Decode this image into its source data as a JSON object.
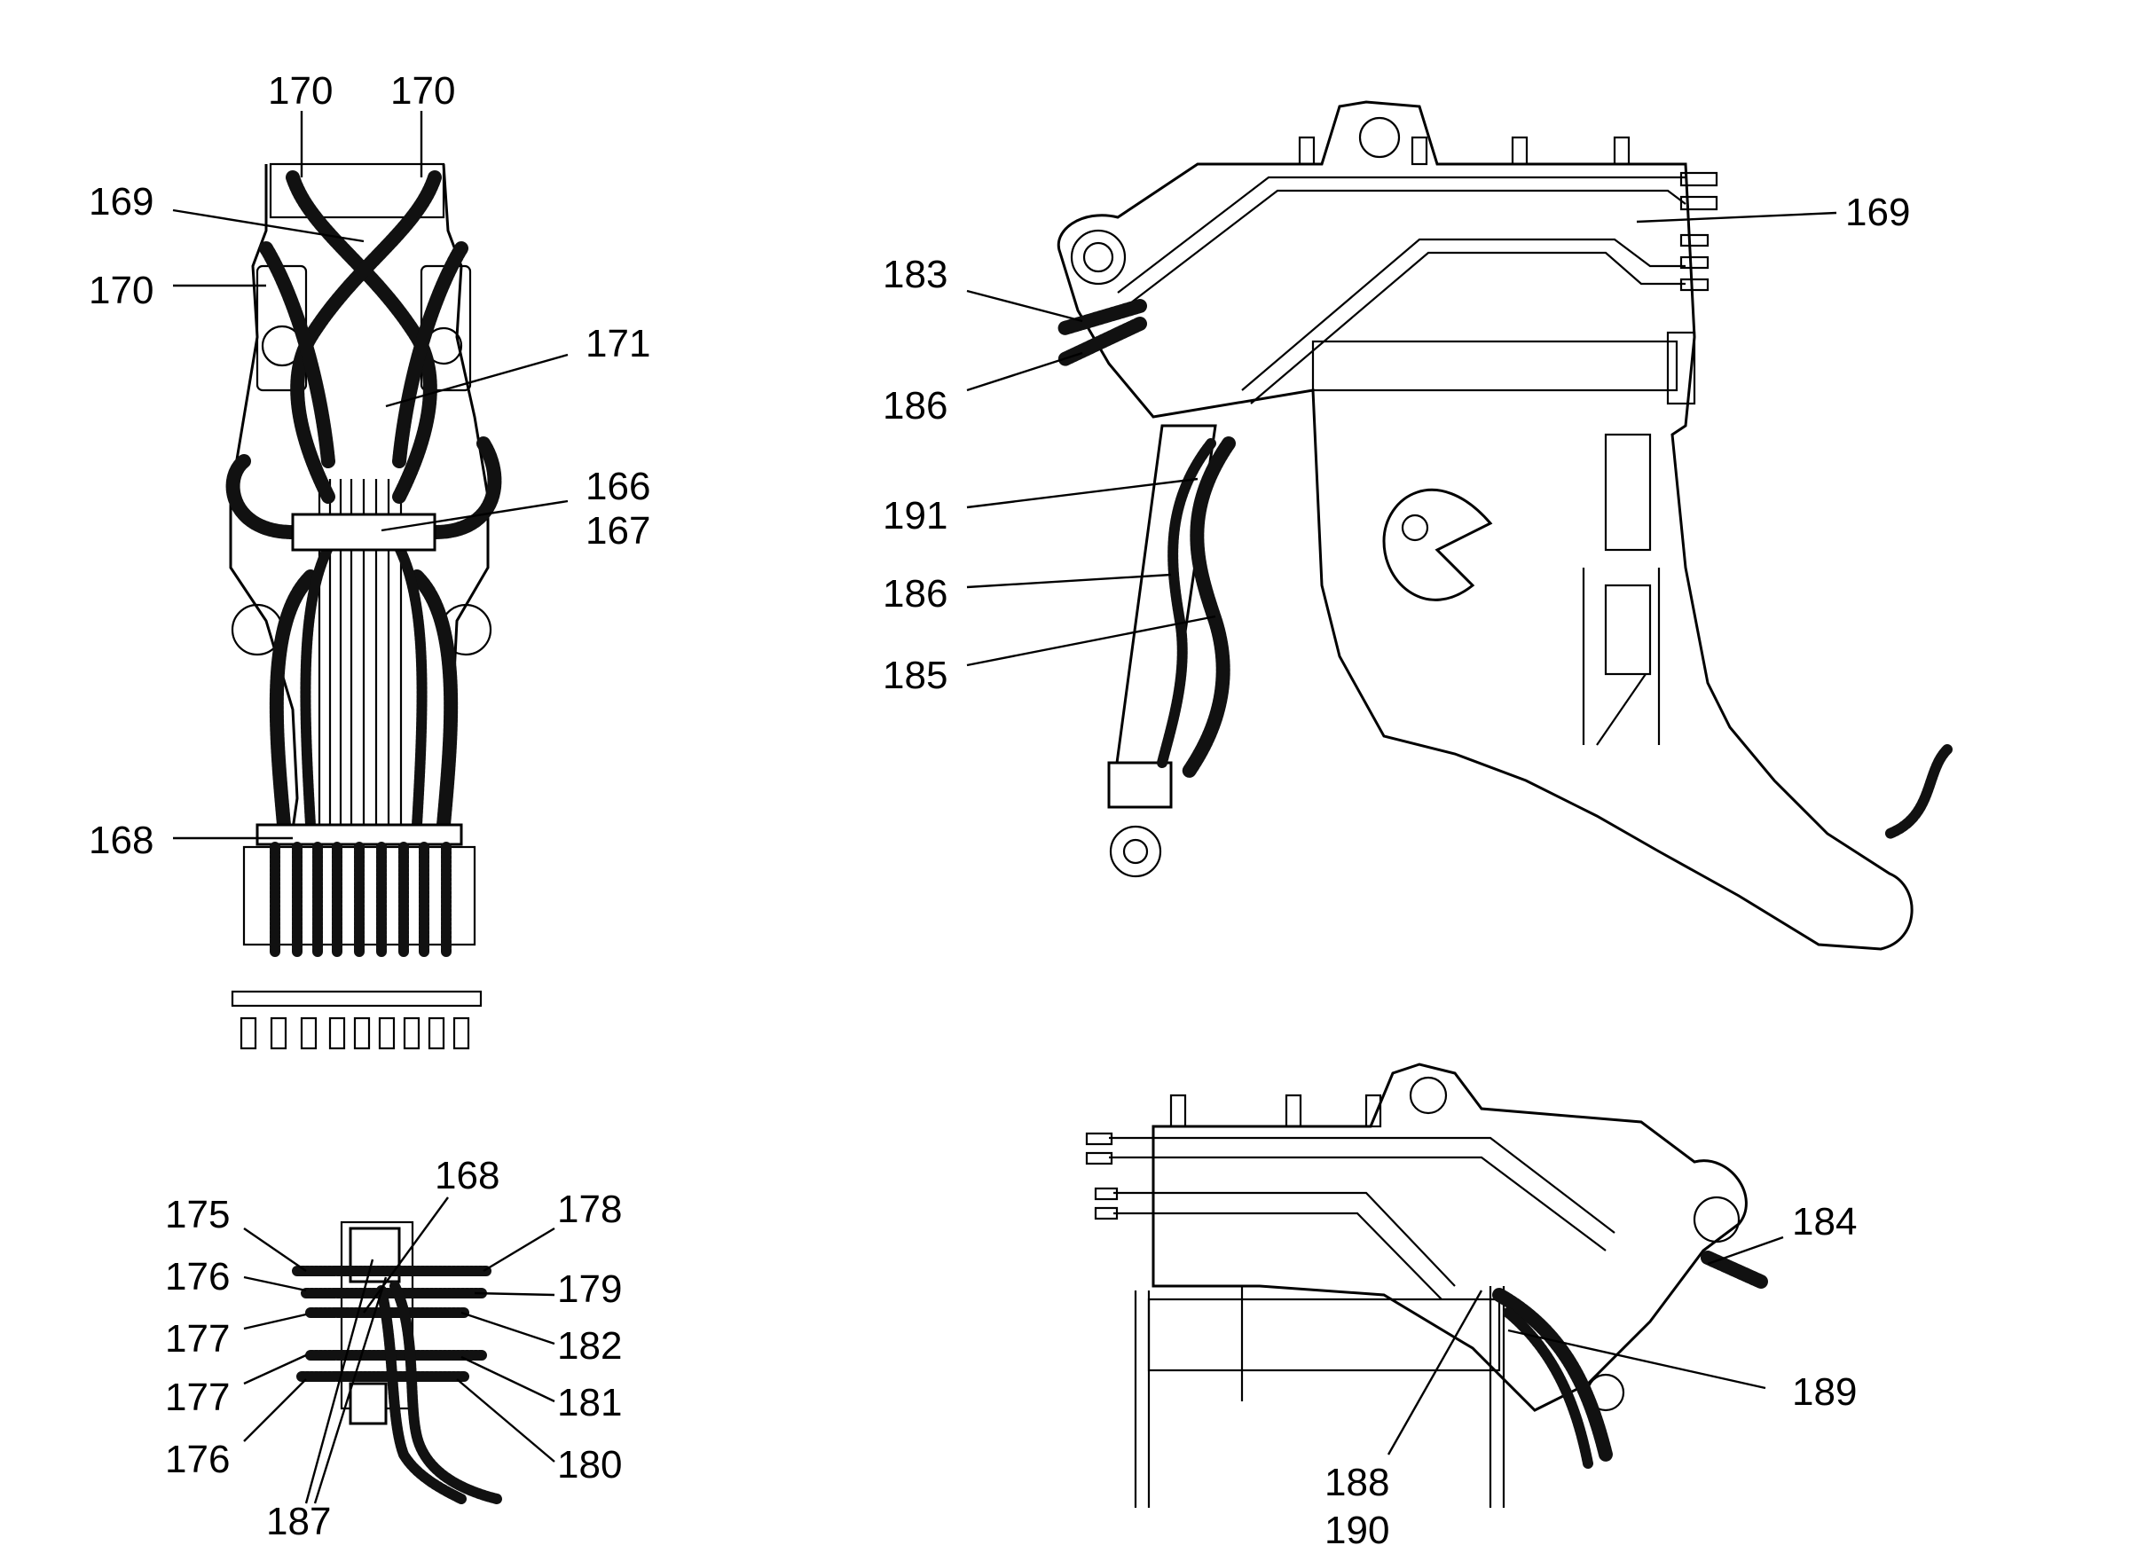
{
  "views": {
    "top_left": {
      "callouts": {
        "c170a": "170",
        "c170b": "170",
        "c169": "169",
        "c170c": "170",
        "c171": "171",
        "c166": "166",
        "c167": "167",
        "c168": "168"
      }
    },
    "top_right": {
      "callouts": {
        "c169": "169",
        "c183": "183",
        "c186a": "186",
        "c191": "191",
        "c186b": "186",
        "c185": "185"
      }
    },
    "bottom_left": {
      "callouts": {
        "c168": "168",
        "c175": "175",
        "c176a": "176",
        "c177a": "177",
        "c177b": "177",
        "c176b": "176",
        "c187": "187",
        "c178": "178",
        "c179": "179",
        "c182": "182",
        "c181": "181",
        "c180": "180"
      }
    },
    "bottom_right": {
      "callouts": {
        "c184": "184",
        "c189": "189",
        "c188": "188",
        "c190": "190"
      }
    }
  }
}
